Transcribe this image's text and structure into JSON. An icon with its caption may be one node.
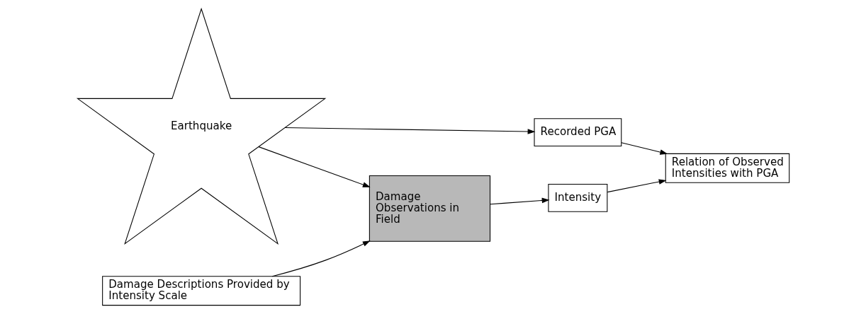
{
  "diagram": {
    "nodes": [
      {
        "text": [
          "Earthquake"
        ]
      },
      {
        "text": [
          "Recorded PGA"
        ]
      },
      {
        "text": [
          "Relation of Observed Intensities with PGA"
        ]
      },
      {
        "text": [
          "Damage Observations in Field"
        ]
      },
      {
        "text": [
          "Intensity"
        ]
      },
      {
        "text": [
          "Damage Descriptions Provided by Intensity Scale"
        ]
      }
    ],
    "edges": [
      {
        "from": 0,
        "to": 1,
        "arrow": "to"
      },
      {
        "from": 1,
        "to": 2,
        "arrow": "to"
      },
      {
        "from": 0,
        "to": 3,
        "arrow": "to"
      },
      {
        "from": 3,
        "to": 4,
        "arrow": "to"
      },
      {
        "from": 4,
        "to": 2,
        "arrow": "to"
      },
      {
        "from": 5,
        "to": 3,
        "arrow": "to"
      }
    ]
  }
}
